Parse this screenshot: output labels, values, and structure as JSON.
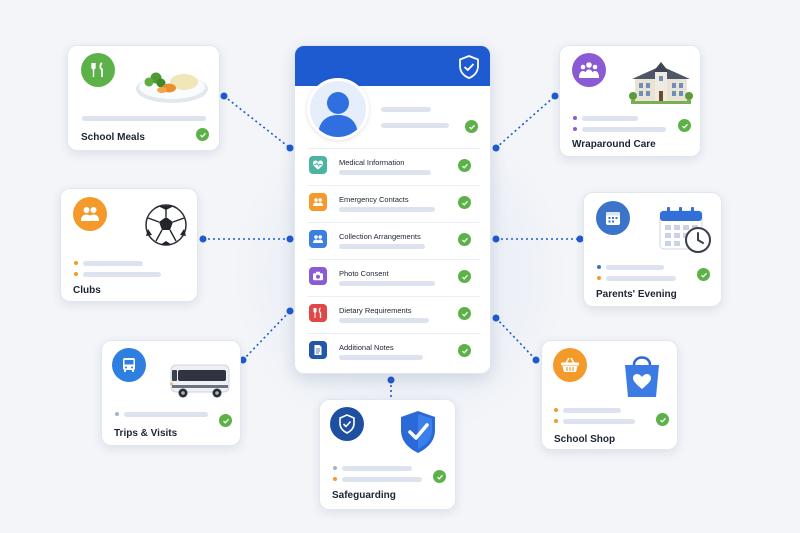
{
  "colors": {
    "primary": "#1f5bd0",
    "check": "#5cb248",
    "background": "#f3f5f9"
  },
  "center_panel": {
    "header_icon": "shield-check-icon",
    "avatar_icon": "person-avatar-icon",
    "rows": [
      {
        "label": "Medical Information",
        "icon": "heart-pulse-icon",
        "color": "#49b5a2"
      },
      {
        "label": "Emergency Contacts",
        "icon": "people-icon",
        "color": "#f39a2a"
      },
      {
        "label": "Collection Arrangements",
        "icon": "people-icon",
        "color": "#3b7fe0"
      },
      {
        "label": "Photo Consent",
        "icon": "camera-icon",
        "color": "#8b5bd6"
      },
      {
        "label": "Dietary Requirements",
        "icon": "cutlery-icon",
        "color": "#e04848"
      },
      {
        "label": "Additional Notes",
        "icon": "document-icon",
        "color": "#2557a8"
      }
    ]
  },
  "cards": [
    {
      "id": "school-meals",
      "title": "School Meals",
      "icon": "cutlery-icon",
      "color": "#5cb248",
      "illustration": "meal-plate-icon"
    },
    {
      "id": "clubs",
      "title": "Clubs",
      "icon": "people-icon",
      "color": "#f39a2a",
      "illustration": "football-icon"
    },
    {
      "id": "trips-visits",
      "title": "Trips & Visits",
      "icon": "bus-icon",
      "color": "#2e7fe0",
      "illustration": "coach-icon"
    },
    {
      "id": "safeguarding",
      "title": "Safeguarding",
      "icon": "shield-check-icon",
      "color": "#1f4fa0",
      "illustration": "large-shield-icon"
    },
    {
      "id": "wraparound-care",
      "title": "Wraparound Care",
      "icon": "family-icon",
      "color": "#8b5bd6",
      "illustration": "school-building-icon"
    },
    {
      "id": "parents-evening",
      "title": "Parents' Evening",
      "icon": "calendar-icon",
      "color": "#3b74c9",
      "illustration": "calendar-clock-icon"
    },
    {
      "id": "school-shop",
      "title": "School Shop",
      "icon": "basket-icon",
      "color": "#f39a2a",
      "illustration": "shopping-bag-icon"
    }
  ]
}
